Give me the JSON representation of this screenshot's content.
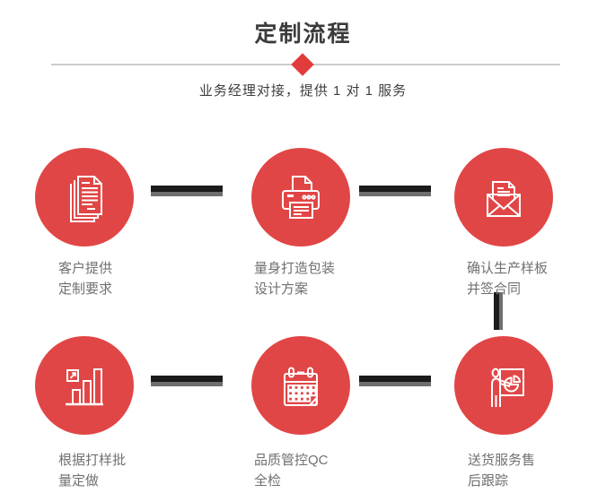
{
  "header": {
    "title": "定制流程",
    "subtitle": "业务经理对接，提供 1 对 1 服务"
  },
  "colors": {
    "circle_red": "#e14646",
    "diamond_red": "#e13b3b",
    "connector_black": "#1b1b1b",
    "connector_gray": "#6e6e6e",
    "divider_gray": "#cbcbcb",
    "title_text": "#3b3b3b",
    "label_text": "#707070",
    "icon_stroke": "#ffffff"
  },
  "steps": [
    {
      "icon": "documents-stack-icon",
      "label_line1": "客户提供",
      "label_line2": "定制要求"
    },
    {
      "icon": "printer-icon",
      "label_line1": "量身打造包装",
      "label_line2": "设计方案"
    },
    {
      "icon": "open-envelope-letter-icon",
      "label_line1": "确认生产样板",
      "label_line2": "并签合同"
    },
    {
      "icon": "bar-chart-growth-icon",
      "label_line1": "根据打样批",
      "label_line2": "量定做"
    },
    {
      "icon": "calendar-icon",
      "label_line1": "品质管控QC",
      "label_line2": "全检"
    },
    {
      "icon": "presentation-pie-chart-icon",
      "label_line1": "送货服务售",
      "label_line2": "后跟踪"
    }
  ]
}
